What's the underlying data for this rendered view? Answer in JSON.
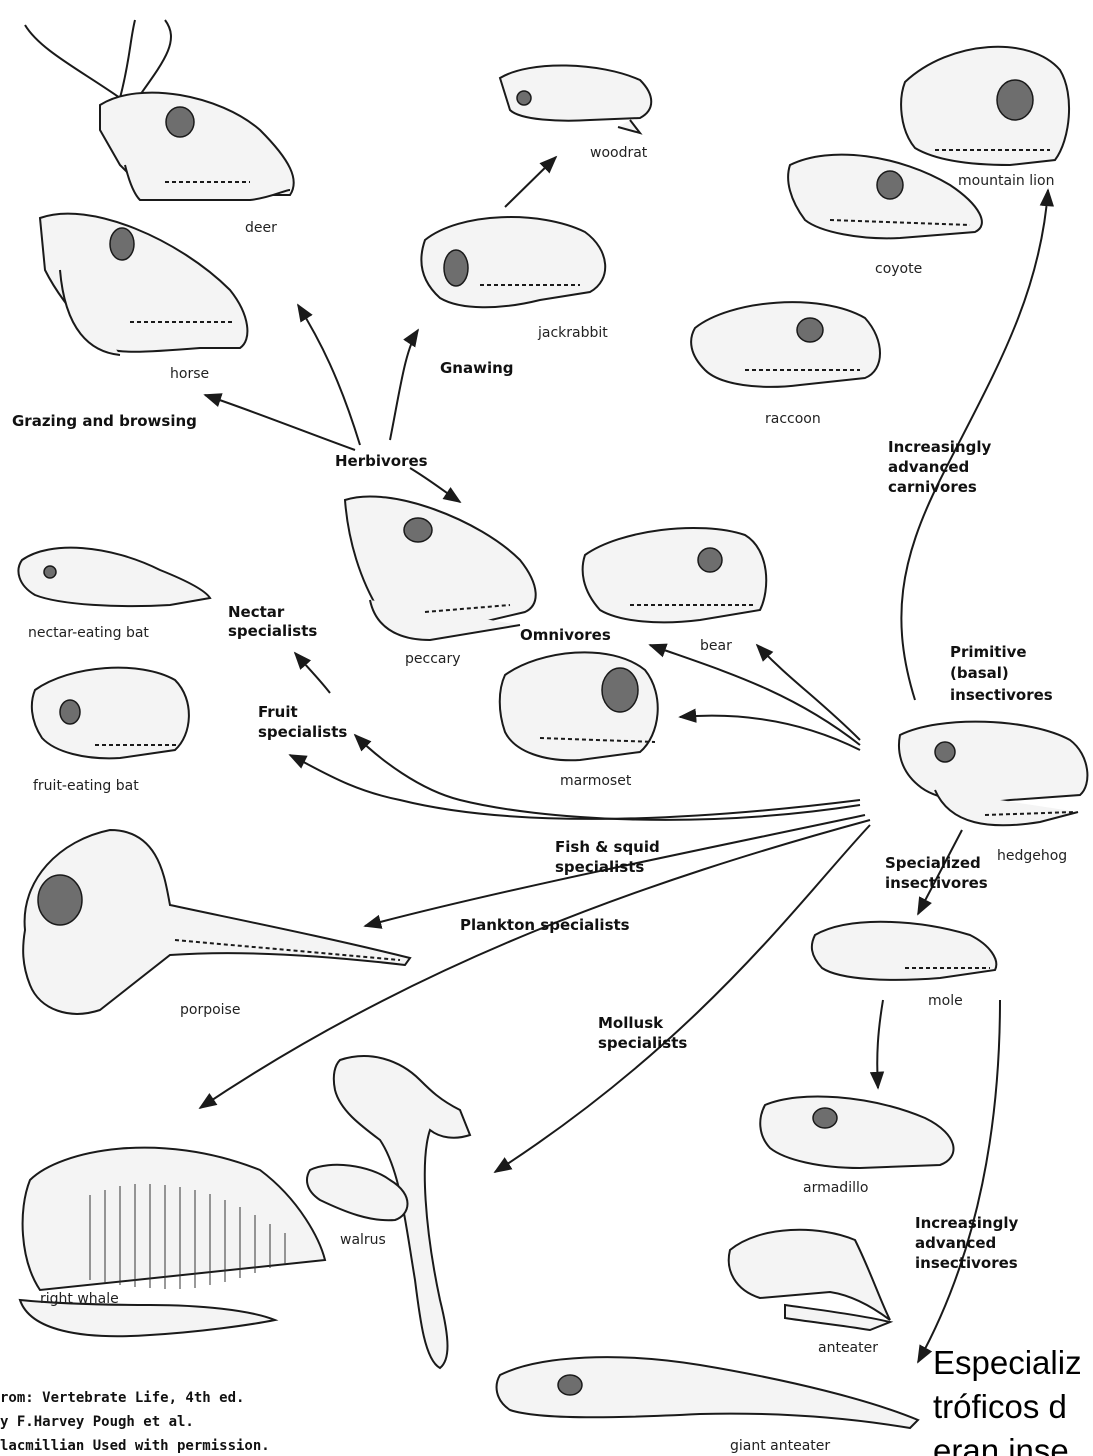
{
  "labels": {
    "deer": "deer",
    "horse": "horse",
    "woodrat": "woodrat",
    "jackrabbit": "jackrabbit",
    "mountain_lion": "mountain lion",
    "coyote": "coyote",
    "raccoon": "raccoon",
    "peccary": "peccary",
    "bear": "bear",
    "marmoset": "marmoset",
    "nectar_bat": "nectar-eating bat",
    "fruit_bat": "fruit-eating bat",
    "hedgehog": "hedgehog",
    "mole": "mole",
    "armadillo": "armadillo",
    "anteater": "anteater",
    "giant_anteater": "giant anteater",
    "porpoise": "porpoise",
    "right_whale": "right whale",
    "walrus": "walrus"
  },
  "groups": {
    "grazing": "Grazing and browsing",
    "gnawing": "Gnawing",
    "herbivores": "Herbivores",
    "nectar": [
      "Nectar",
      "specialists"
    ],
    "fruit": [
      "Fruit",
      "specialists"
    ],
    "omnivores": "Omnivores",
    "fish": [
      "Fish & squid",
      "specialists"
    ],
    "plankton": "Plankton specialists",
    "mollusk": [
      "Mollusk",
      "specialists"
    ],
    "carnivores": [
      "Increasingly",
      "advanced",
      "carnivores"
    ],
    "primitive": [
      "Primitive",
      "(basal)",
      "insectivores"
    ],
    "specialized": [
      "Specialized",
      "insectivores"
    ],
    "adv_insectivores": [
      "Increasingly",
      "advanced",
      "insectivores"
    ]
  },
  "credit": [
    "rom: Vertebrate Life, 4th ed.",
    "y F.Harvey Pough et al.",
    "lacmillian Used with permission."
  ],
  "overlay": [
    "Especializ",
    "tróficos d",
    "eran inse"
  ]
}
